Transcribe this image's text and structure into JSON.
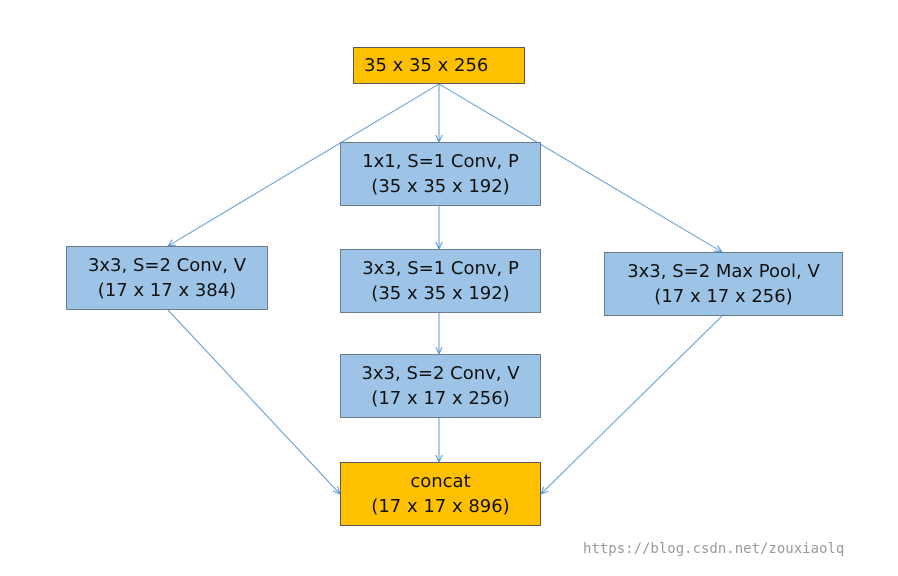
{
  "nodes": {
    "input": {
      "line1": "35 x 35 x 256"
    },
    "conv1x1": {
      "line1": "1x1, S=1 Conv, P",
      "line2": "(35 x 35 x 192)"
    },
    "conv3x3_s1": {
      "line1": "3x3, S=1 Conv, P",
      "line2": "(35 x 35 x 192)"
    },
    "conv3x3_s2_mid": {
      "line1": "3x3, S=2 Conv, V",
      "line2": "(17 x 17 x 256)"
    },
    "conv3x3_s2_left": {
      "line1": "3x3, S=2 Conv, V",
      "line2": "(17 x 17 x 384)"
    },
    "maxpool": {
      "line1": "3x3, S=2 Max Pool, V",
      "line2": "(17 x 17 x 256)"
    },
    "concat": {
      "line1": "concat",
      "line2": "(17 x 17 x 896)"
    }
  },
  "edges": [
    {
      "from": "input",
      "to": "conv1x1"
    },
    {
      "from": "input",
      "to": "conv3x3_s2_left"
    },
    {
      "from": "input",
      "to": "maxpool"
    },
    {
      "from": "conv1x1",
      "to": "conv3x3_s1"
    },
    {
      "from": "conv3x3_s1",
      "to": "conv3x3_s2_mid"
    },
    {
      "from": "conv3x3_s2_mid",
      "to": "concat"
    },
    {
      "from": "conv3x3_s2_left",
      "to": "concat"
    },
    {
      "from": "maxpool",
      "to": "concat"
    }
  ],
  "colors": {
    "input_fill": "#ffc000",
    "op_fill": "#9dc3e6",
    "edge": "#5b9bd5"
  },
  "watermark": "https://blog.csdn.net/zouxiaolq"
}
